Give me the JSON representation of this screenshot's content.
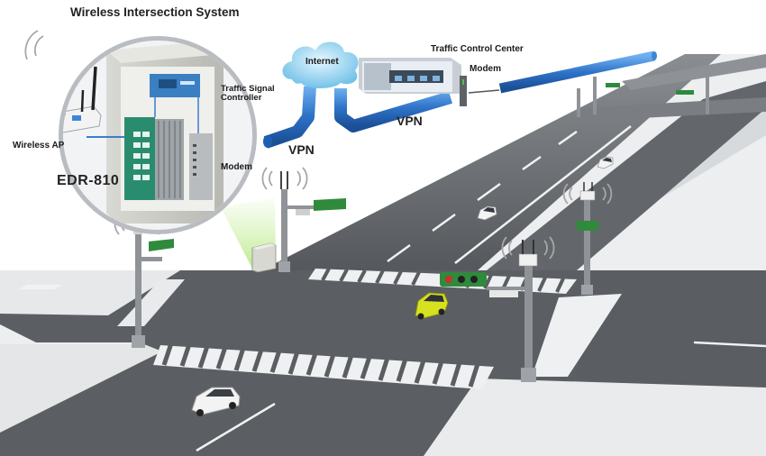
{
  "title": "Wireless Intersection System",
  "labels": {
    "traffic_control_center": "Traffic Control Center",
    "internet": "Internet",
    "modem_center": "Modem",
    "traffic_signal_controller": "Traffic Signal\nController",
    "vpn_left": "VPN",
    "vpn_right": "VPN",
    "wireless_ap": "Wireless AP",
    "modem_cabinet": "Modem",
    "edr": "EDR-810"
  },
  "colors": {
    "road": "#5f6165",
    "sidewalk": "#e8eaec",
    "crosswalk": "#e9eaeb",
    "pipe": "#2f74c9",
    "cloud": "#8fd0ee",
    "switch": "#2a8c6e",
    "car_yellow": "#d6e21f",
    "signal_sign": "#2f8a3c"
  }
}
